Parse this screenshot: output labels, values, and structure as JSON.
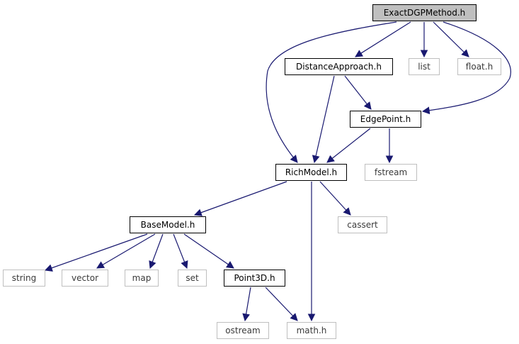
{
  "nodes": {
    "exact": "ExactDGPMethod.h",
    "dist": "DistanceApproach.h",
    "list": "list",
    "float": "float.h",
    "edge": "EdgePoint.h",
    "rich": "RichModel.h",
    "fstream": "fstream",
    "base": "BaseModel.h",
    "cassert": "cassert",
    "string": "string",
    "vector": "vector",
    "map": "map",
    "set": "set",
    "point": "Point3D.h",
    "ostream": "ostream",
    "math": "math.h"
  },
  "edges": [
    [
      "exact",
      "dist"
    ],
    [
      "exact",
      "list"
    ],
    [
      "exact",
      "float"
    ],
    [
      "exact",
      "edge"
    ],
    [
      "exact",
      "rich"
    ],
    [
      "dist",
      "edge"
    ],
    [
      "dist",
      "rich"
    ],
    [
      "edge",
      "rich"
    ],
    [
      "edge",
      "fstream"
    ],
    [
      "rich",
      "base"
    ],
    [
      "rich",
      "cassert"
    ],
    [
      "rich",
      "math"
    ],
    [
      "base",
      "string"
    ],
    [
      "base",
      "vector"
    ],
    [
      "base",
      "map"
    ],
    [
      "base",
      "set"
    ],
    [
      "base",
      "point"
    ],
    [
      "point",
      "ostream"
    ],
    [
      "point",
      "math"
    ]
  ],
  "colors": {
    "edge": "#191970",
    "root_fill": "#bfbfbf",
    "internal_border": "#000000",
    "external_border": "#bfbfbf"
  }
}
